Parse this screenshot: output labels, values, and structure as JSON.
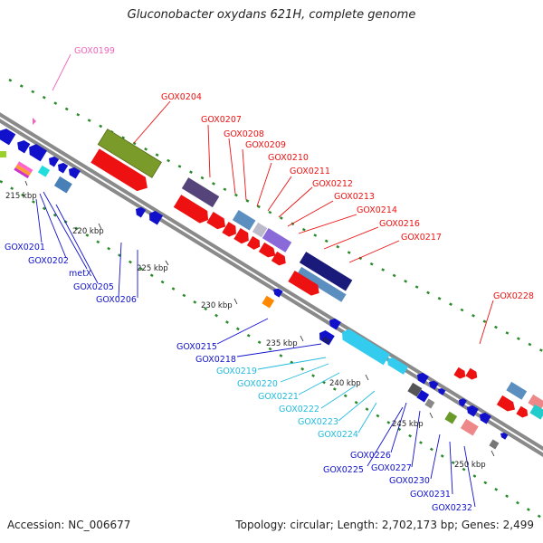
{
  "title": "Gluconobacter oxydans 621H, complete genome",
  "footer": {
    "accession": "Accession: NC_006677",
    "topology": "Topology: circular; Length: 2,702,173 bp; Genes: 2,499"
  },
  "colors": {
    "forward_label": "#ee1111",
    "reverse_label": "#1111cc",
    "rna_label": "#22bbdd",
    "pseudo_label": "#ee66bb"
  },
  "ticks": [
    "215 kbp",
    "220 kbp",
    "225 kbp",
    "230 kbp",
    "235 kbp",
    "240 kbp",
    "245 kbp",
    "250 kbp"
  ],
  "gene_labels": {
    "GOX0199": "GOX0199",
    "GOX0204": "GOX0204",
    "GOX0207": "GOX0207",
    "GOX0208": "GOX0208",
    "GOX0209": "GOX0209",
    "GOX0210": "GOX0210",
    "GOX0211": "GOX0211",
    "GOX0212": "GOX0212",
    "GOX0213": "GOX0213",
    "GOX0214": "GOX0214",
    "GOX0216": "GOX0216",
    "GOX0217": "GOX0217",
    "GOX0228": "GOX0228",
    "GOX0201": "GOX0201",
    "GOX0202": "GOX0202",
    "metX": "metX",
    "GOX0205": "GOX0205",
    "GOX0206": "GOX0206",
    "GOX0215": "GOX0215",
    "GOX0218": "GOX0218",
    "GOX0219": "GOX0219",
    "GOX0220": "GOX0220",
    "GOX0221": "GOX0221",
    "GOX0222": "GOX0222",
    "GOX0223": "GOX0223",
    "GOX0224": "GOX0224",
    "GOX0225": "GOX0225",
    "GOX0226": "GOX0226",
    "GOX0227": "GOX0227",
    "GOX0230": "GOX0230",
    "GOX0231": "GOX0231",
    "GOX0232": "GOX0232"
  }
}
